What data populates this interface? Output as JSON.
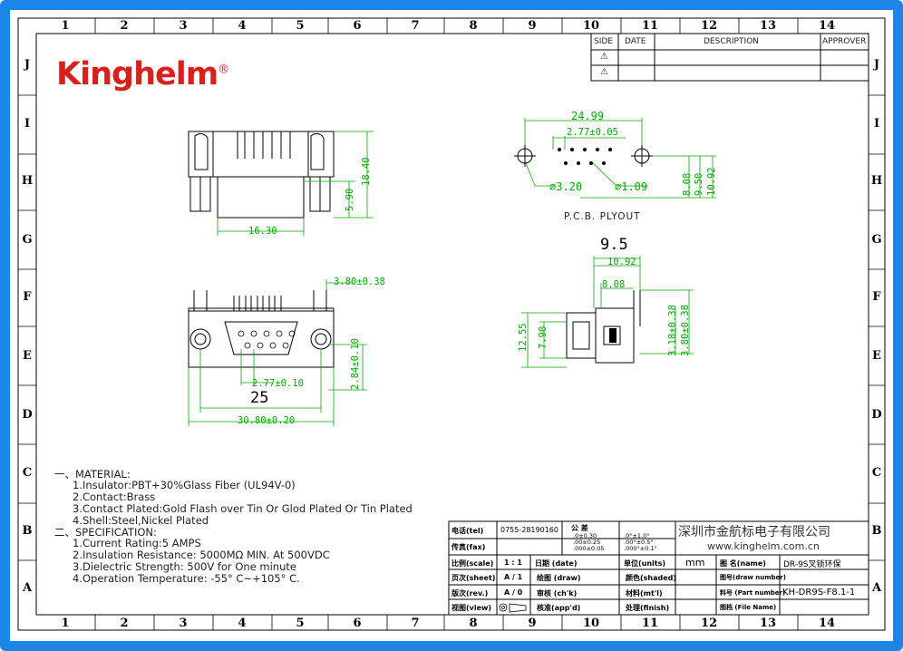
{
  "brand": {
    "name": "Kinghelm",
    "reg": "®"
  },
  "zones": {
    "numbers": [
      "1",
      "2",
      "3",
      "4",
      "5",
      "6",
      "7",
      "8",
      "9",
      "10",
      "11",
      "12",
      "13",
      "14"
    ],
    "letters": [
      "J",
      "I",
      "H",
      "G",
      "F",
      "E",
      "D",
      "C",
      "B",
      "A"
    ]
  },
  "revision_table": {
    "headers": [
      "SIDE",
      "DATE",
      "DESCRIPTION",
      "APPROVER"
    ],
    "rows": [
      [
        "⚠",
        "",
        "",
        ""
      ],
      [
        "⚠",
        "",
        "",
        ""
      ]
    ]
  },
  "dimensions": {
    "front_height": "18.40",
    "front_lower": "5.90",
    "front_width": "16.30",
    "pcb_width": "24.99",
    "pcb_pitch": "2.77±0.05",
    "pcb_hole_big": "⌀3.20",
    "pcb_hole_small": "⌀1.09",
    "pcb_v1": "8.08",
    "pcb_v2": "9.50",
    "pcb_v3": "10.92",
    "pcb_label": "P.C.B. PLYOUT",
    "face_pin_offset": "3.80±0.38",
    "face_pitch": "2.77±0.10",
    "face_row": "2.84±0.10",
    "face_holes": "25",
    "face_total": "30.80±0.20",
    "side_top": "9.5",
    "side_10": "10.92",
    "side_8": "8.08",
    "side_h1": "12.55",
    "side_h2": "7.90",
    "side_p1": "3.18±0.38",
    "side_p2": "3.80±0.38"
  },
  "notes": {
    "material_title": "一、MATERIAL:",
    "material": [
      "1.Insulator:PBT+30%Glass Fiber (UL94V-0)",
      "2.Contact:Brass",
      "3.Contact Plated:Gold Flash over Tin Or Glod Plated Or Tin Plated",
      "4.Shell:Steel,Nickel Plated"
    ],
    "spec_title": "二、SPECIFICATION:",
    "spec": [
      "1.Current Rating:5 AMPS",
      "2.Insulation Resistance: 5000MΩ MIN. At 500VDC",
      "3.Dielectric Strength: 500V for One minute",
      "4.Operation Temperature: -55° C~+105° C."
    ]
  },
  "title_block": {
    "tel_label": "电话(tel)",
    "tel": "0755-28190160",
    "fax_label": "传真(fax)",
    "tol_label": "公     差",
    "tol_1": ".0±0.30",
    "tol_2": ".00±0.25",
    "tol_3": ".000±0.05",
    "tol_4": ".0°±1.0°",
    "tol_5": ".00°±0.5°",
    "tol_6": ".000°±0.1°",
    "company": "深圳市金航标电子有限公司",
    "website": "www.kinghelm.com.cn",
    "scale_label": "比例(scale)",
    "scale": "1 : 1",
    "date_label": "日期 (date)",
    "units_label": "单位(units)",
    "units": "mm",
    "name_label": "图  名(name)",
    "name": "DR-9S叉锁环保",
    "sheet_label": "页次(sheet)",
    "sheet": "A / 1",
    "drawn_label": "绘图 (draw)",
    "shaded_label": "颜色(shaded)",
    "drawno_label": "图号(draw number)",
    "rev_label": "版次(rev.)",
    "rev": "A / 0",
    "check_label": "审核 (ch'k)",
    "material_label": "材料(mt'l)",
    "part_label": "料号 (Part number)",
    "part": "KH-DR9S-F8.1-1",
    "view_label": "视图(view)",
    "approve_label": "核准(app'd)",
    "finish_label": "处理(finish)",
    "file_label": "图档 (File Name)"
  },
  "colors": {
    "frame": "#1b86e8",
    "logo": "#d9201c",
    "dimension": "#00aa00",
    "line": "#000000"
  }
}
